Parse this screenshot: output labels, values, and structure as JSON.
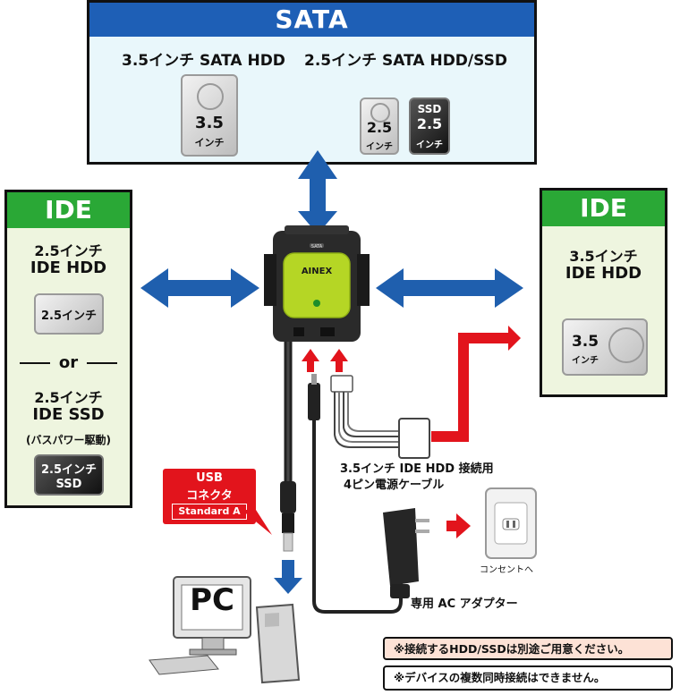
{
  "sata": {
    "title": "SATA",
    "drive35_label": "3.5インチ SATA HDD",
    "drive25_label": "2.5インチ SATA HDD/SSD",
    "icon35_num": "3.5",
    "icon35_unit": "インチ",
    "icon25_num": "2.5",
    "icon25_unit": "インチ",
    "iconssd_top": "SSD",
    "iconssd_num": "2.5",
    "iconssd_unit": "インチ"
  },
  "ide_left": {
    "title": "IDE",
    "hdd_label_1": "2.5インチ",
    "hdd_label_2": "IDE HDD",
    "hdd_icon": "2.5インチ",
    "or": "or",
    "ssd_label_1": "2.5インチ",
    "ssd_label_2": "IDE SSD",
    "ssd_note": "(バスパワー駆動)",
    "ssd_icon_1": "2.5インチ",
    "ssd_icon_2": "SSD"
  },
  "ide_right": {
    "title": "IDE",
    "label_1": "3.5インチ",
    "label_2": "IDE HDD",
    "icon_num": "3.5",
    "icon_unit": "インチ"
  },
  "device": {
    "brand": "AINEX",
    "jumper_label": "SATA"
  },
  "cable": {
    "power_cable_1": "3.5インチ IDE HDD 接続用",
    "power_cable_2": "4ピン電源ケーブル"
  },
  "usb": {
    "line1": "USB",
    "line2": "コネクタ",
    "line3": "Standard A"
  },
  "outlet_label": "コンセントへ",
  "adapter_label": "専用 AC アダプター",
  "pc_label": "PC",
  "notes": {
    "note1": "※接続するHDD/SSDは別途ご用意ください。",
    "note2": "※デバイスの複数同時接続はできません。"
  },
  "colors": {
    "sata_blue": "#1e5fb6",
    "ide_green": "#2aa836",
    "arrow_blue": "#1f5fae",
    "arrow_red": "#e2141c",
    "device_lime": "#b5d625",
    "note1_bg": "#fde2d6"
  }
}
